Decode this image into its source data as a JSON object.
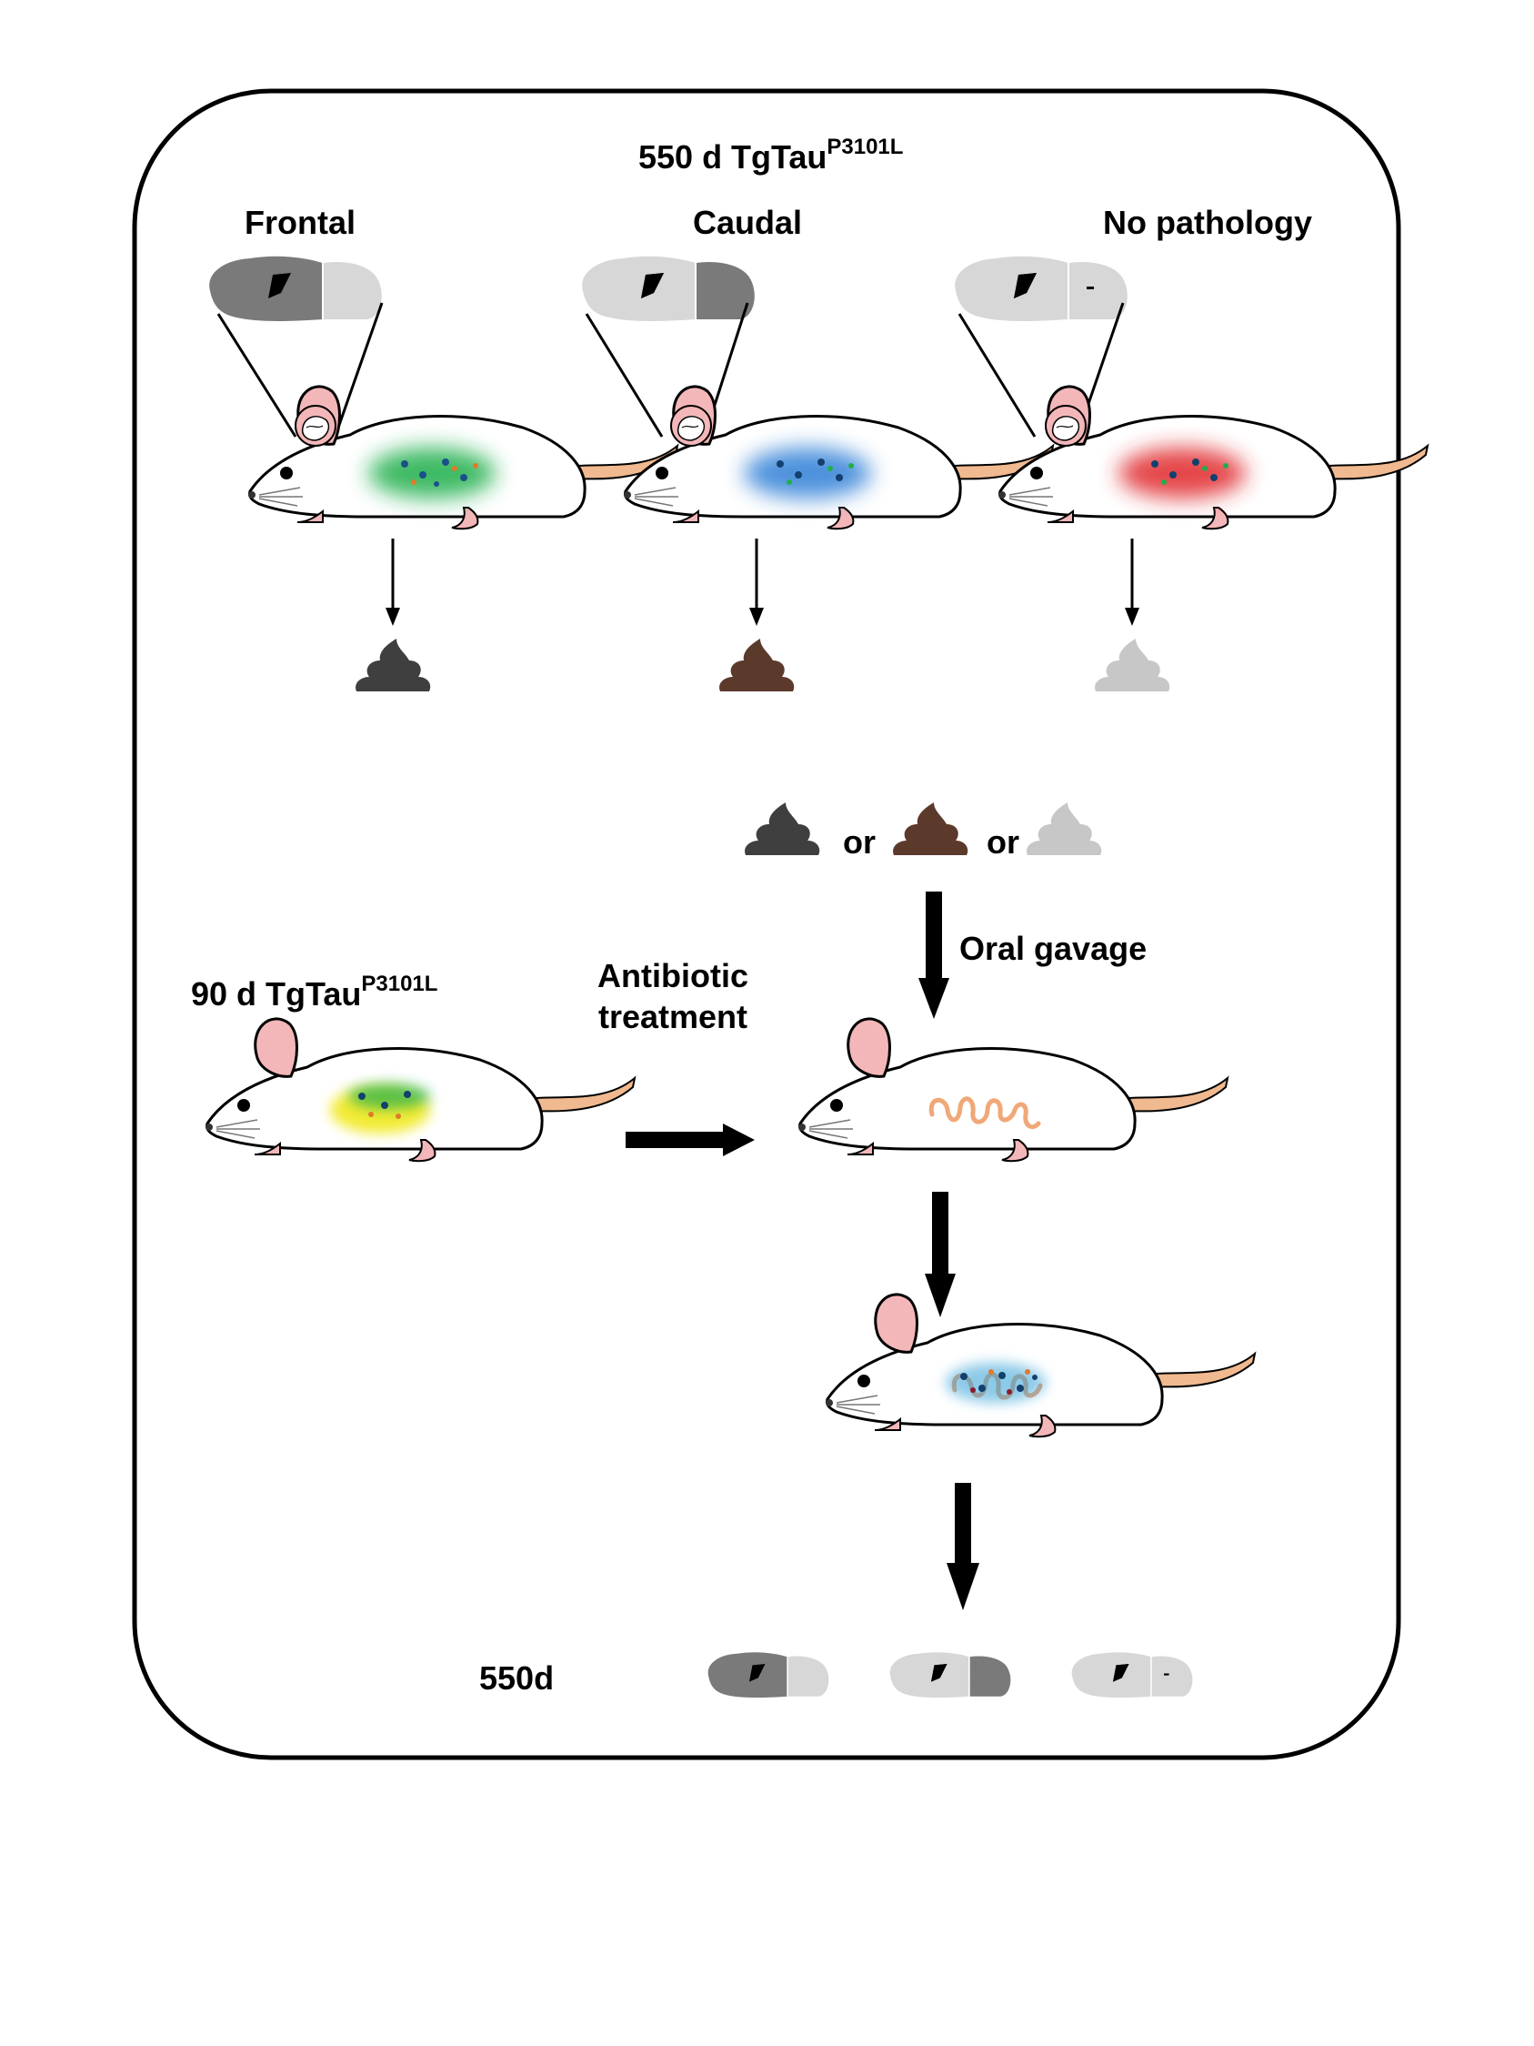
{
  "top": {
    "title_main": "550 d TgTau",
    "title_sup": "P3101L",
    "columns": [
      {
        "label": "Frontal",
        "gut_color": "#1fae4a",
        "feces_color": "#3f3f3f"
      },
      {
        "label": "Caudal",
        "gut_color": "#2f7fd6",
        "feces_color": "#5b3a2c"
      },
      {
        "label": "No pathology",
        "gut_color": "#e0262a",
        "feces_color": "#c7c7c7"
      }
    ]
  },
  "middle": {
    "or_1": "or",
    "or_2": "or",
    "oral_gavage": "Oral gavage",
    "young_main": "90 d TgTau",
    "young_sup": "P3101L",
    "antibiotic_line1": "Antibiotic",
    "antibiotic_line2": "treatment",
    "young_gut_color": "#f2ea2a"
  },
  "bottom": {
    "age_label": "550d"
  },
  "colors": {
    "outline": "#000000",
    "mouse_body": "#ffffff",
    "mouse_pink": "#f4b7b9",
    "tail": "#f0b98f",
    "intestine": "#f0a878",
    "brain_dark": "#7a7a7a",
    "brain_mid": "#a7a7a7",
    "brain_light": "#d7d7d7"
  }
}
